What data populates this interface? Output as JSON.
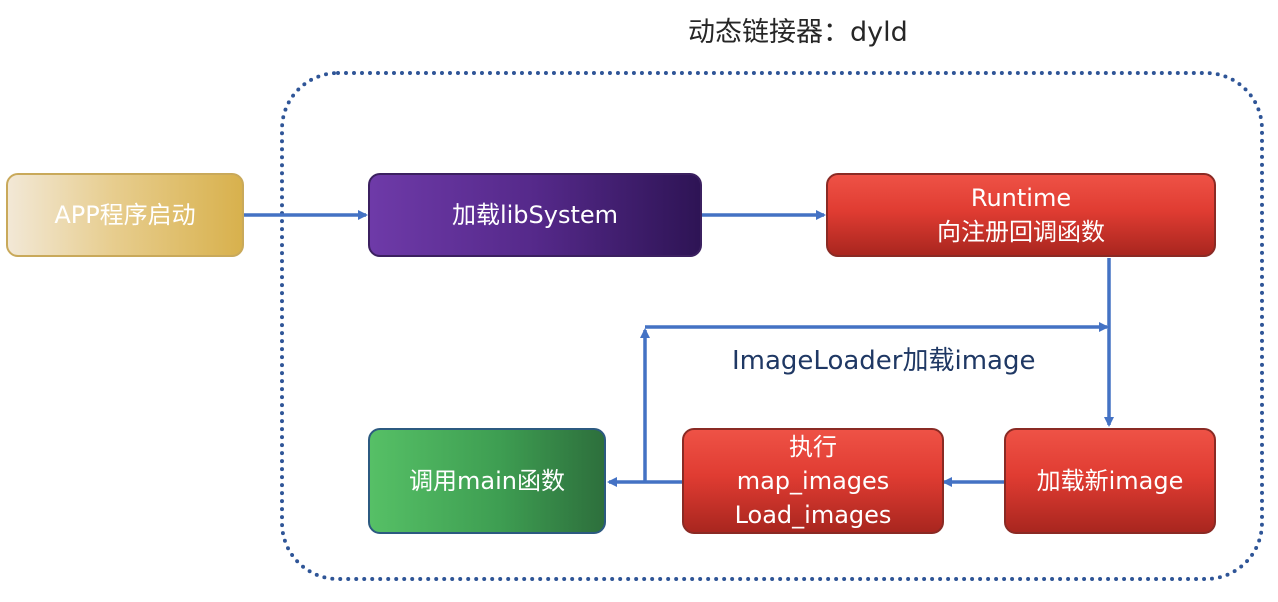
{
  "title": "动态链接器：dyld",
  "nodes": {
    "app_start": "APP程序启动",
    "load_libsystem": "加载libSystem",
    "runtime_line1": "Runtime",
    "runtime_line2": "向注册回调函数",
    "load_new_image": "加载新image",
    "execute_line1": "执行",
    "execute_line2": "map_images",
    "execute_line3": "Load_images",
    "call_main": "调用main函数"
  },
  "caption": "ImageLoader加载image",
  "colors": {
    "arrow": "#4472c4",
    "dotted_border": "#2f5597"
  }
}
